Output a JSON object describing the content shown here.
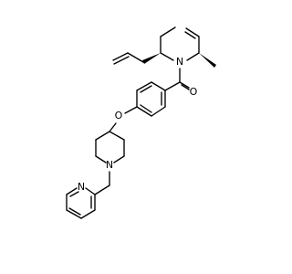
{
  "molecule": {
    "atoms": {
      "n_ring1": "N",
      "o_carbonyl": "O",
      "o_ether": "O",
      "n_piperidine": "N",
      "n_pyridine": "N"
    },
    "colors": {
      "bond": "#000000",
      "background": "#ffffff",
      "label": "#000000"
    }
  }
}
